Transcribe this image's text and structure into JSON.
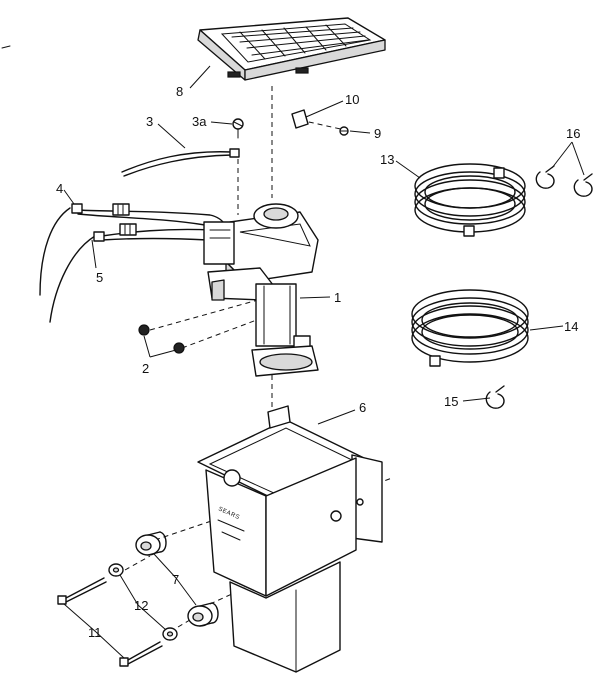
{
  "labels": {
    "p1": "1",
    "p2": "2",
    "p3": "3",
    "p3a": "3a",
    "p4": "4",
    "p5": "5",
    "p6": "6",
    "p7": "7",
    "p8": "8",
    "p9": "9",
    "p10": "10",
    "p11": "11",
    "p12": "12",
    "p13": "13",
    "p14": "14",
    "p15": "15",
    "p16": "16"
  },
  "box_print": {
    "brand": "SEARS"
  }
}
